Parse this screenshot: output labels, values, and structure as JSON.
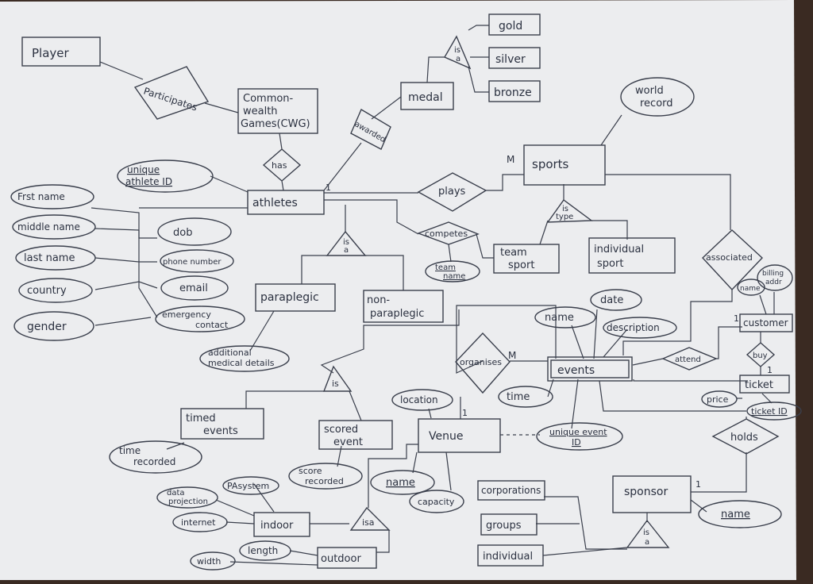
{
  "colors": {
    "paper": "#ecedef",
    "ink": "#2b3140",
    "table": "#3a2a22"
  },
  "entities": {
    "player": "Player",
    "cwg": [
      "Common-",
      "wealth",
      "Games(CWG)"
    ],
    "medal": "medal",
    "gold": "gold",
    "silver": "silver",
    "bronze": "bronze",
    "sports": "sports",
    "athletes": "athletes",
    "team_sport": [
      "team",
      "sport"
    ],
    "individual_sport": [
      "individual",
      "sport"
    ],
    "paraplegic": "paraplegic",
    "non_paraplegic": [
      "non-",
      "paraplegic"
    ],
    "events": "events",
    "customer": "customer",
    "ticket": "ticket",
    "timed_events": [
      "timed",
      "events"
    ],
    "scored_event": [
      "scored",
      "event"
    ],
    "venue": "Venue",
    "indoor": "indoor",
    "outdoor": "outdoor",
    "sponsor": "sponsor",
    "corporations": "corporations",
    "groups": "groups",
    "individual": "individual"
  },
  "relationships": {
    "participates": "Participates",
    "has": "has",
    "awarded": "awarded",
    "plays": "plays",
    "competes": "competes",
    "associated": "associated",
    "organises": "organises",
    "attend": "attend",
    "buy": "buy",
    "holds": "holds"
  },
  "isa": {
    "medal": [
      "is",
      "a"
    ],
    "sports": [
      "is",
      "type"
    ],
    "athletes": [
      "is",
      "a"
    ],
    "events": "is",
    "venue": "isa",
    "sponsor": [
      "is",
      "a"
    ]
  },
  "attributes": {
    "world_record": [
      "world",
      "record"
    ],
    "unique_athlete_id": [
      "unique",
      "athlete ID"
    ],
    "first_name": "Frst name",
    "middle_name": "middle name",
    "last_name": "last name",
    "country": "country",
    "gender": "gender",
    "dob": "dob",
    "phone_number": "phone number",
    "email": "email",
    "emergency_contact": [
      "emergency",
      "contact"
    ],
    "additional_medical": [
      "additional",
      "medical details"
    ],
    "team_name": [
      "team",
      "name"
    ],
    "event_name": "name",
    "date": "date",
    "description": "description",
    "time": "time",
    "unique_event_id": [
      "unique event",
      "ID"
    ],
    "location": "location",
    "venue_name": "name",
    "capacity": "capacity",
    "time_recorded": [
      "time",
      "recorded"
    ],
    "score_recorded": [
      "score",
      "recorded"
    ],
    "data_projection": [
      "data",
      "projection"
    ],
    "pa_system": "PAsystem",
    "internet": "internet",
    "length": "length",
    "width": "width",
    "customer_name": "name",
    "billing_addr": [
      "billing",
      "addr"
    ],
    "price": "price",
    "ticket_id": "ticket ID",
    "sponsor_name": "name"
  },
  "cardinality": {
    "athletes_one": "1",
    "sports_m": "M",
    "events_m": "M",
    "venue_one": "1",
    "customer_one": "1",
    "ticket_one": "1",
    "sponsor_one": "1"
  }
}
